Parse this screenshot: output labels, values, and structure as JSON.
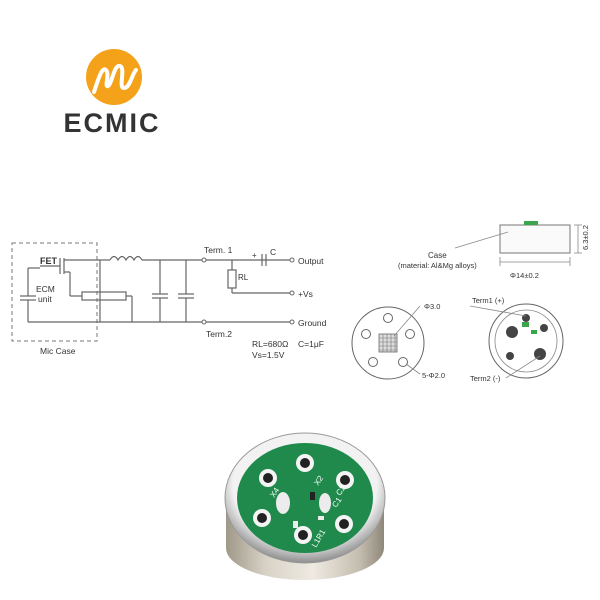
{
  "logo": {
    "brand_text": "ECMIC",
    "emblem_letter": "m",
    "colors": {
      "emblem": "#F5A21B",
      "text": "#6E6E6E"
    }
  },
  "schematic": {
    "fet_label": "FET",
    "ecm_label_line1": "ECM",
    "ecm_label_line2": "unit",
    "mic_case_label": "Mic Case",
    "term1_label": "Term. 1",
    "term2_label": "Term.2",
    "cap_label": "C",
    "plus_label": "+",
    "rl_label": "RL",
    "output_label": "Output",
    "vs_label": "+Vs",
    "ground_label": "Ground",
    "rl_value": "RL=680Ω",
    "c_value": "C=1μF",
    "vs_value": "Vs=1.5V"
  },
  "dimensions": {
    "case_label": "Case",
    "case_material": "(material: Al&Mg alloys)",
    "diameter": "Φ14±0.2",
    "height": "6.3±0.2",
    "hole_center": "Φ3.0",
    "holes_outer": "5-Φ2.0",
    "term1_pin": "Term1 (+)",
    "term2_pin": "Term2 (-)"
  },
  "photo": {
    "pcb_labels": [
      "X4",
      "X2",
      "C2",
      "C1",
      "L1R1"
    ],
    "colors": {
      "pcb": "#1F8A4C",
      "metal": "#C8C2B8"
    }
  }
}
